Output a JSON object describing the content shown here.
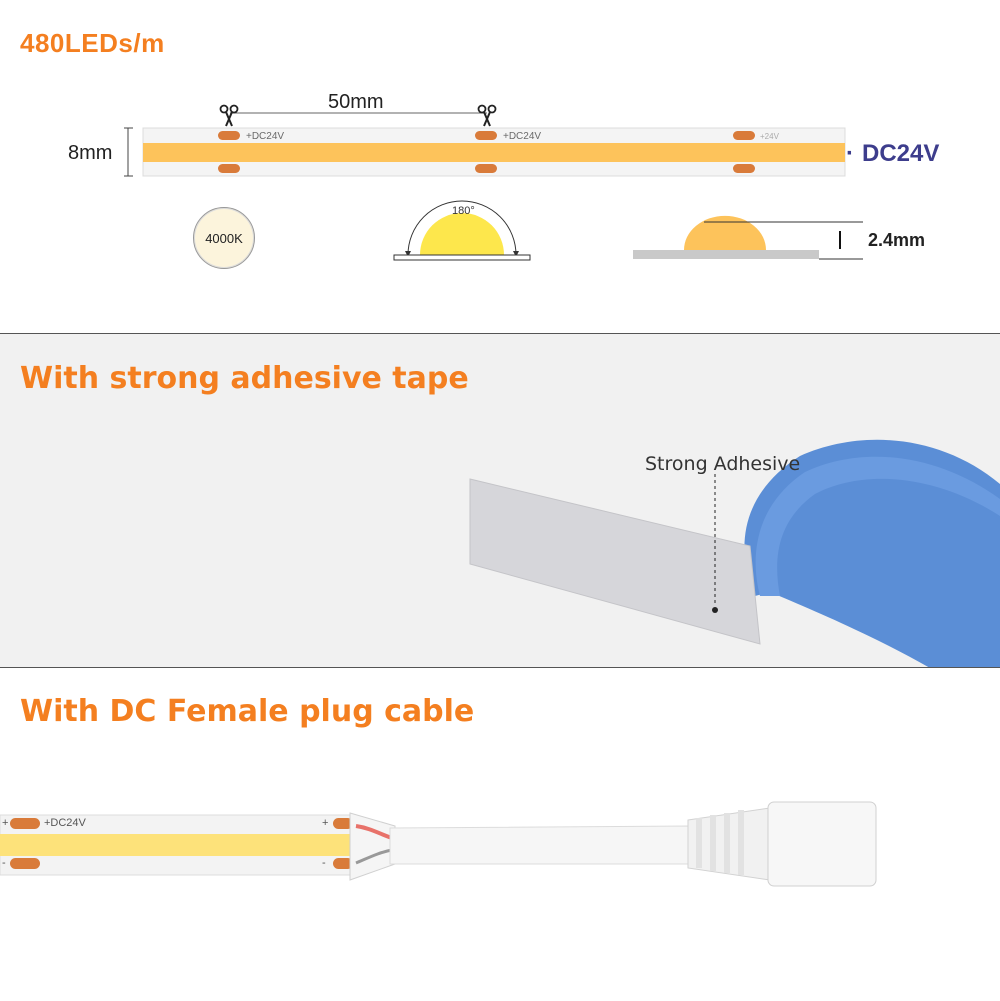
{
  "spec": {
    "density_title": "480LEDs/m",
    "cut_length": "50mm",
    "width": "8mm",
    "voltage": "DC24V",
    "voltage_bullet": "·",
    "pad_label": "+DC24V",
    "pad_label_small": "+24V",
    "color_temp": "4000K",
    "beam_angle": "180°",
    "thickness": "2.4mm"
  },
  "adhesive": {
    "title": "With strong adhesive tape",
    "callout": "Strong Adhesive"
  },
  "plug": {
    "title": "With DC Female plug cable",
    "pad_label": "+DC24V",
    "plus_left": "+",
    "minus_left": "-",
    "plus_right": "+",
    "minus_right": "-"
  },
  "colors": {
    "accent_orange": "#f47f20",
    "voltage_blue": "#3d3d8c",
    "led_yellow": "#fdc35b",
    "tape_blue": "#5b8ed6"
  }
}
